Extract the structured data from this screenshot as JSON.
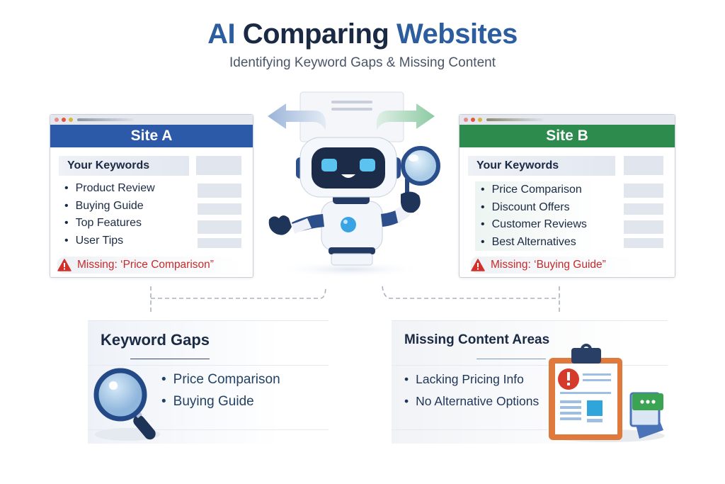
{
  "header": {
    "title_part1": "AI",
    "title_part2": "Comparing",
    "title_part3": "Websites",
    "subtitle": "Identifying Keyword Gaps & Missing Content"
  },
  "site_a": {
    "title": "Site A",
    "keywords_heading": "Your Keywords",
    "keywords": [
      "Product Review",
      "Buying Guide",
      "Top Features",
      "User Tips"
    ],
    "missing": "Missing: ‘Price Comparison”",
    "header_color": "#2c5aa8"
  },
  "site_b": {
    "title": "Site B",
    "keywords_heading": "Your Keywords",
    "keywords": [
      "Price Comparison",
      "Discount Offers",
      "Customer Reviews",
      "Best Alternatives"
    ],
    "missing": "Missing: ‘Buying Guide”",
    "header_color": "#2e8b4e"
  },
  "center": {
    "icon": "robot-with-magnifier-icon",
    "arrows": [
      "arrow-left-icon",
      "arrow-right-icon"
    ]
  },
  "keyword_gaps": {
    "title": "Keyword Gaps",
    "items": [
      "Price Comparison",
      "Buying Guide"
    ],
    "icon": "magnifying-glass-icon"
  },
  "missing_content": {
    "title": "Missing Content Areas",
    "items": [
      "Lacking Pricing Info",
      "No Alternative Options"
    ],
    "icon": "clipboard-alert-icon"
  },
  "colors": {
    "brand_blue": "#2c5d9e",
    "navy": "#1b2a44",
    "warning_red": "#c62a2a",
    "site_b_green": "#2e8b4e"
  }
}
